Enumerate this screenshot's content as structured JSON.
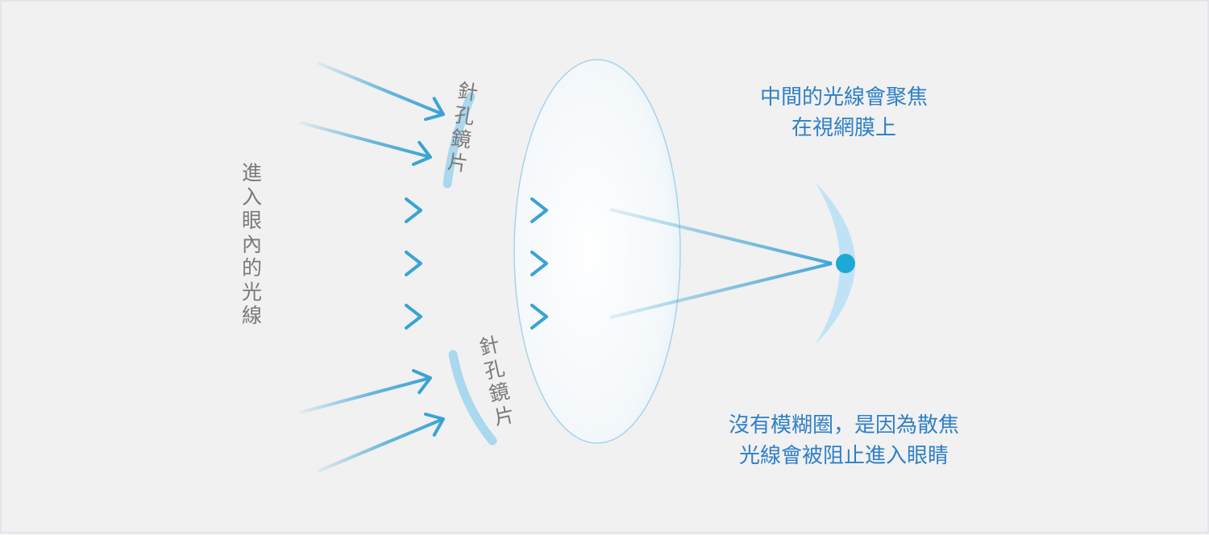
{
  "labels": {
    "incoming_light": "進入眼內的光線",
    "pinhole_top": "針孔鏡片",
    "pinhole_bottom": "針孔鏡片"
  },
  "captions": {
    "focus_line1": "中間的光線會聚焦",
    "focus_line2": "在視網膜上",
    "blur_line1": "沒有模糊圈，是因為散焦",
    "blur_line2": "光線會被阻止進入眼睛"
  },
  "colors": {
    "background": "#f1f1f1",
    "arrow": "#3aa3d4",
    "arrow_fade": "#e6f3fa",
    "pinhole": "#a9d8ef",
    "retina": "#bfe3f4",
    "focus_point": "#1ea8d8",
    "caption": "#2f80c8",
    "label": "#7a7a7a",
    "lens_edge": "#a8d3ea"
  }
}
